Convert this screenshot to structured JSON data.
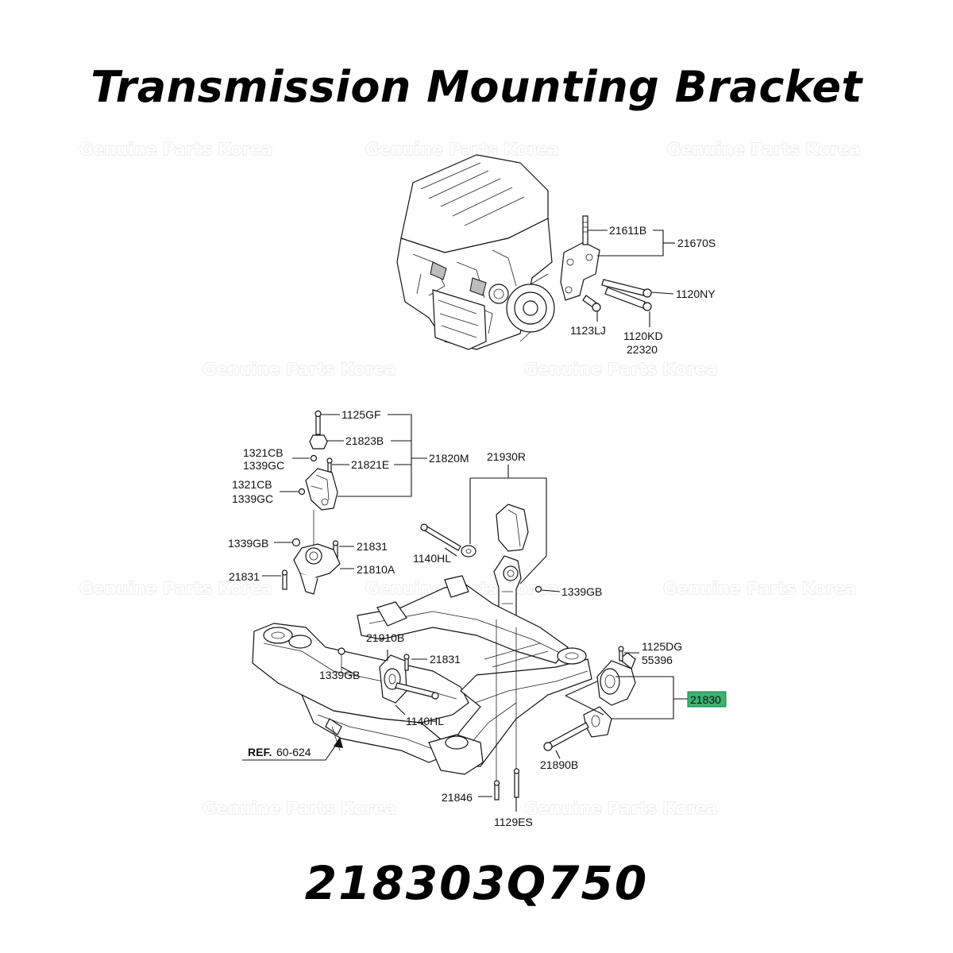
{
  "title": "Transmission Mounting Bracket",
  "part_number": "218303Q750",
  "watermark": "Genuine Parts Korea",
  "highlight_color": "#3cb371",
  "labels": {
    "p21611B": "21611B",
    "p21670S": "21670S",
    "p1120NY": "1120NY",
    "p1123LJ": "1123LJ",
    "p1120KD": "1120KD",
    "p22320": "22320",
    "p1125GF": "1125GF",
    "p21823B": "21823B",
    "p1321CB_a": "1321CB",
    "p1339GC_a": "1339GC",
    "p21821E": "21821E",
    "p21820M": "21820M",
    "p21930R": "21930R",
    "p1321CB_b": "1321CB",
    "p1339GC_b": "1339GC",
    "p1339GB_a": "1339GB",
    "p21831_a": "21831",
    "p1140HL_a": "1140HL",
    "p21831_b": "21831",
    "p21810A": "21810A",
    "p1339GB_b": "1339GB",
    "p21910B": "21910B",
    "p21831_c": "21831",
    "p1125DG": "1125DG",
    "p55396": "55396",
    "p1339GB_c": "1339GB",
    "p21830": "21830",
    "p1140HL_b": "1140HL",
    "ref_prefix": "REF.",
    "ref_value": "60-624",
    "p21890B": "21890B",
    "p21846": "21846",
    "p1129ES": "1129ES"
  }
}
